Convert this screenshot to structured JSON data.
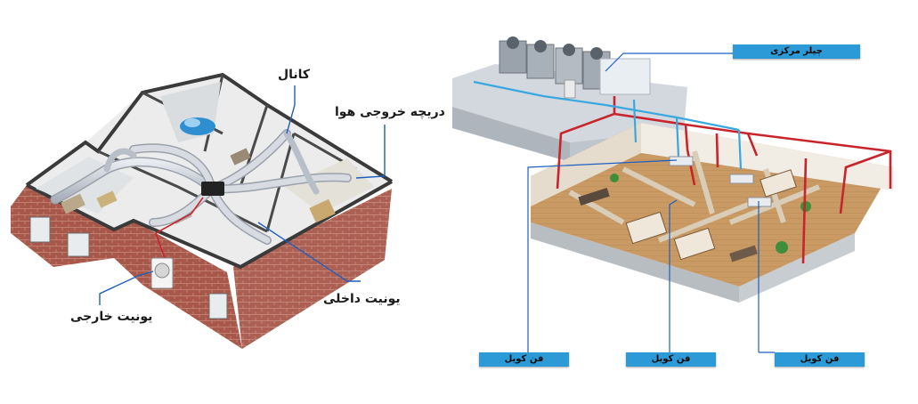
{
  "left_diagram": {
    "labels": {
      "duct": "کانال",
      "air_outlet": "دریچه خروجی هوا",
      "indoor_unit": "یونیت داخلی",
      "outdoor_unit": "یونیت خارجی"
    }
  },
  "right_diagram": {
    "labels": {
      "central_chiller": "چیلر مرکزی",
      "fan_coil_1": "فن کویل",
      "fan_coil_2": "فن کویل",
      "fan_coil_3": "فن کویل"
    }
  },
  "colors": {
    "label_bar": "#2b9ad6",
    "pipe_supply": "#c8242b",
    "pipe_return": "#3aa8e0",
    "brick": "#a8584a",
    "duct": "#c9ced6"
  }
}
